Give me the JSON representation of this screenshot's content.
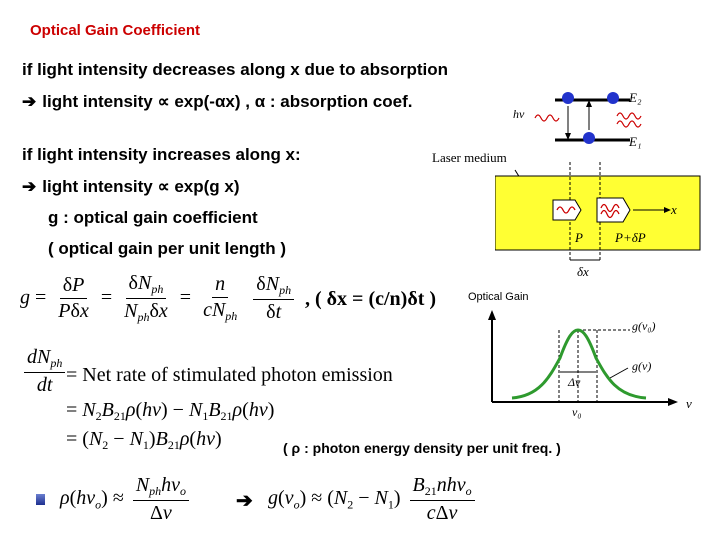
{
  "title": "Optical Gain Coefficient",
  "lines": {
    "absorb_cond": "if light intensity decreases along x due to absorption",
    "absorb_result": "light intensity ∝ exp(-αx) , α : absorption coef.",
    "gain_cond": "if light intensity increases along x:",
    "gain_result": "light intensity ∝ exp(g x)",
    "gain_def": "g : optical gain coefficient",
    "gain_def2": "( optical gain per unit length )",
    "eq_dx": ", ( δx = (c/n)δt )",
    "net_rate": "= Net rate of stimulated photon emission",
    "rho_note": "( ρ : photon energy density per unit freq. )"
  },
  "laser_diagram": {
    "E2": "E₂",
    "E1": "E₁",
    "hv": "hν",
    "medium": "Laser medium",
    "x": "x",
    "P": "P",
    "PdP": "P+δP",
    "dx": "δx",
    "medium_color": "#ffff33"
  },
  "gain_plot": {
    "ylabel": "Optical Gain",
    "peak_label": "g(ν₀)",
    "curve_label": "g(ν)",
    "width_label": "Δν",
    "center_label": "ν₀",
    "axis_label": "ν",
    "curve_color": "#2e9a2e"
  },
  "colors": {
    "title": "#cc0000",
    "dot": "#2233cc"
  }
}
